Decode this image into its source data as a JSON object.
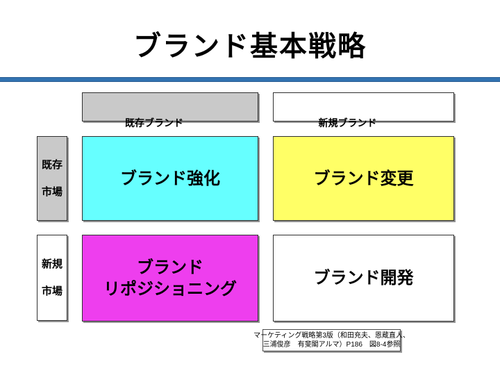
{
  "slide": {
    "title": "ブランド基本戦略",
    "divider_color": "#3273B1",
    "background_color": "#FFFFFF"
  },
  "matrix": {
    "column_headers": [
      {
        "label": "既存ブランド",
        "box_color": "#C9C9C9"
      },
      {
        "label": "新規ブランド",
        "box_color": "#FFFFFF"
      }
    ],
    "row_headers": [
      {
        "line1": "既存",
        "line2": "市場",
        "box_color": "#C9C9C9"
      },
      {
        "line1": "新規",
        "line2": "市場",
        "box_color": "#FFFFFF"
      }
    ],
    "cells": [
      {
        "label": "ブランド強化",
        "color": "#66FFFF"
      },
      {
        "label": "ブランド変更",
        "color": "#FFFF66"
      },
      {
        "label_line1": "ブランド",
        "label_line2": "リポジショニング",
        "color": "#EE3EEE"
      },
      {
        "label": "ブランド開発",
        "color": "#FFFFFF"
      }
    ]
  },
  "citation": {
    "line1": "マーケティング戦略第3版（和田充夫、恩蔵直人、",
    "line2": "三浦俊彦　有斐閣アルマ）P186　図8-4参照"
  }
}
